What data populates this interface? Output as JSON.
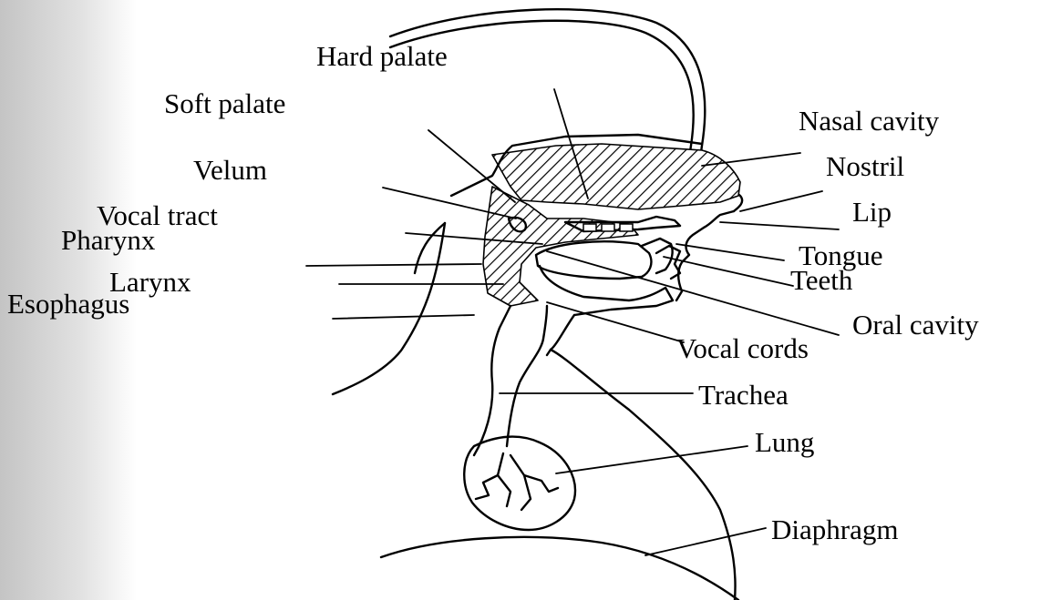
{
  "diagram": {
    "labels": {
      "hard_palate": "Hard palate",
      "soft_palate": "Soft palate",
      "nasal_cavity": "Nasal cavity",
      "nostril": "Nostril",
      "velum": "Velum",
      "lip": "Lip",
      "vocal_tract": "Vocal tract",
      "pharynx": "Pharynx",
      "tongue": "Tongue",
      "teeth": "Teeth",
      "larynx": "Larynx",
      "esophagus": "Esophagus",
      "oral_cavity": "Oral cavity",
      "vocal_cords": "Vocal cords",
      "trachea": "Trachea",
      "lung": "Lung",
      "diaphragm": "Diaphragm"
    },
    "colors": {
      "ink": "#000000",
      "paper": "#ffffff",
      "scan_edge": "#cfcfcf"
    }
  }
}
